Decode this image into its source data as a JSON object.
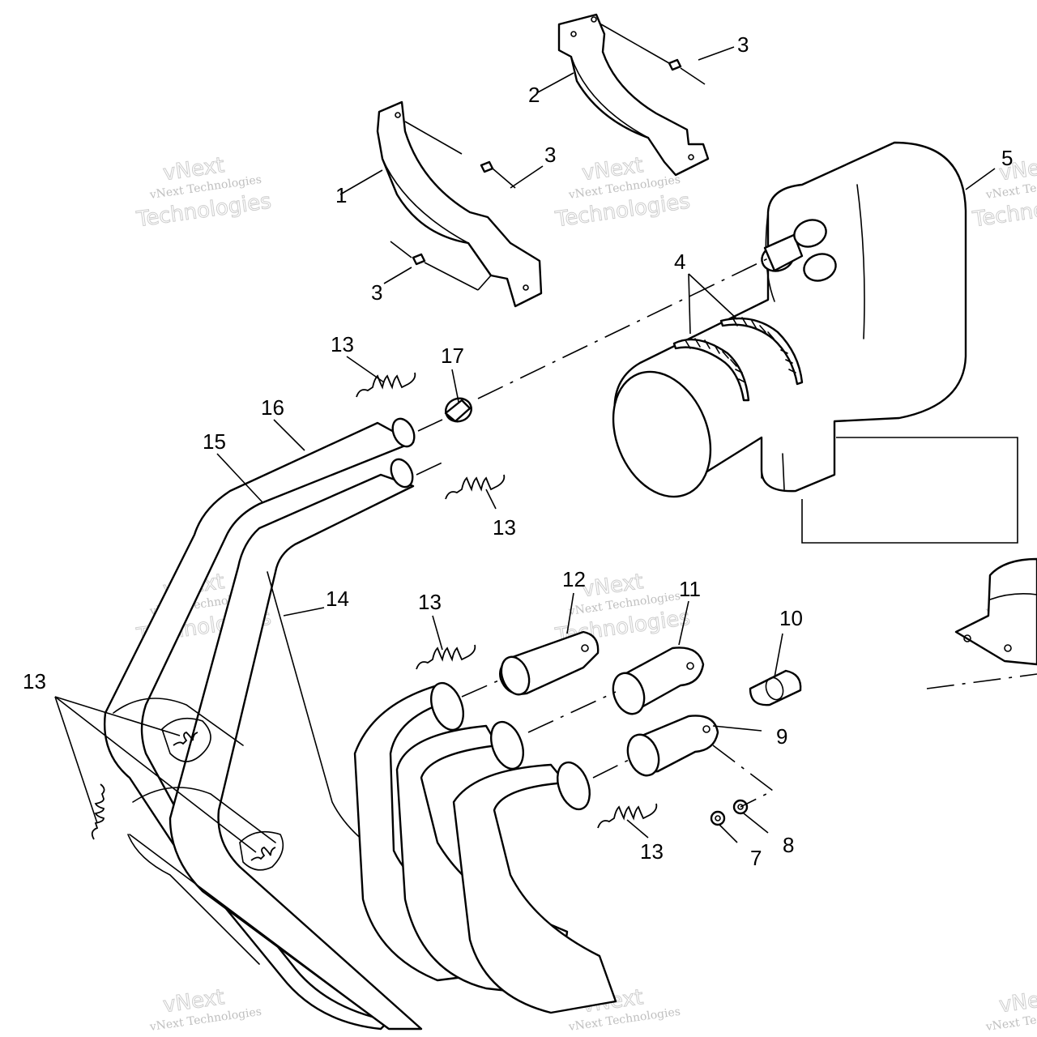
{
  "watermark": {
    "line1": "vNext",
    "line2": "vNext Technologies",
    "line3": "Technologies"
  },
  "callouts": [
    {
      "id": "c1",
      "label": "1"
    },
    {
      "id": "c2",
      "label": "2"
    },
    {
      "id": "c3a",
      "label": "3"
    },
    {
      "id": "c3b",
      "label": "3"
    },
    {
      "id": "c3c",
      "label": "3"
    },
    {
      "id": "c4",
      "label": "4"
    },
    {
      "id": "c5",
      "label": "5"
    },
    {
      "id": "c7",
      "label": "7"
    },
    {
      "id": "c8",
      "label": "8"
    },
    {
      "id": "c9",
      "label": "9"
    },
    {
      "id": "c10",
      "label": "10"
    },
    {
      "id": "c11",
      "label": "11"
    },
    {
      "id": "c12",
      "label": "12"
    },
    {
      "id": "c13a",
      "label": "13"
    },
    {
      "id": "c13b",
      "label": "13"
    },
    {
      "id": "c13c",
      "label": "13"
    },
    {
      "id": "c13d",
      "label": "13"
    },
    {
      "id": "c13e",
      "label": "13"
    },
    {
      "id": "c14",
      "label": "14"
    },
    {
      "id": "c15",
      "label": "15"
    },
    {
      "id": "c16",
      "label": "16"
    },
    {
      "id": "c17",
      "label": "17"
    }
  ]
}
